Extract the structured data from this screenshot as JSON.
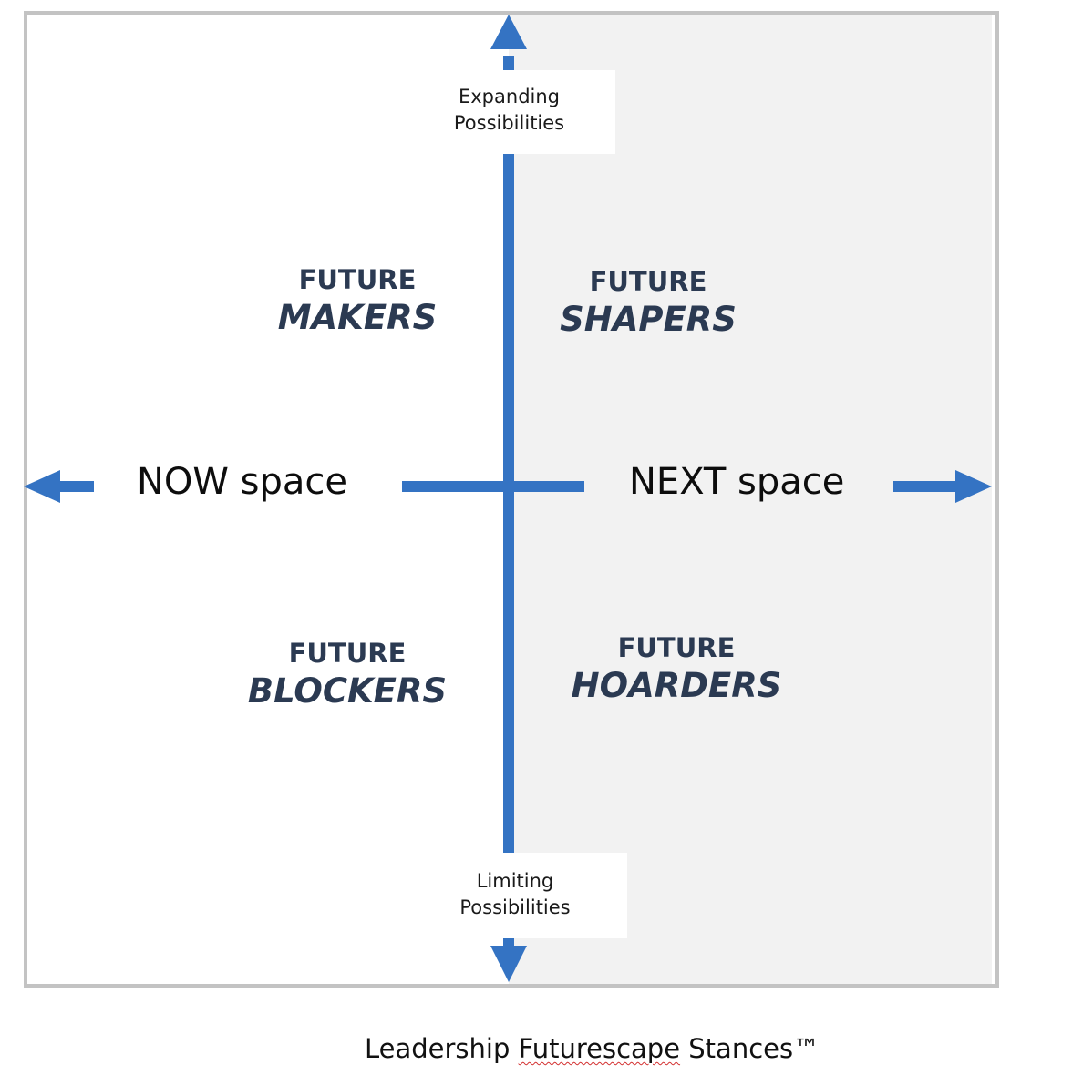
{
  "axis": {
    "top_line1": "Expanding",
    "top_line2": "Possibilities",
    "bottom_line1": "Limiting",
    "bottom_line2": "Possibilities",
    "left": "NOW space",
    "right": "NEXT space"
  },
  "quadrants": {
    "top_left": {
      "line1": "FUTURE",
      "line2": "MAKERS"
    },
    "top_right": {
      "line1": "FUTURE",
      "line2": "SHAPERS"
    },
    "bottom_left": {
      "line1": "FUTURE",
      "line2": "BLOCKERS"
    },
    "bottom_right": {
      "line1": "FUTURE",
      "line2": "HOARDERS"
    }
  },
  "caption": {
    "part1": "Leadership ",
    "part2": "Futurescape",
    "part3": " Stances™"
  },
  "colors": {
    "axis": "#3473c3",
    "quadrant_text": "#2b3a52",
    "right_background": "#f2f2f2",
    "frame": "#c3c3c3"
  }
}
